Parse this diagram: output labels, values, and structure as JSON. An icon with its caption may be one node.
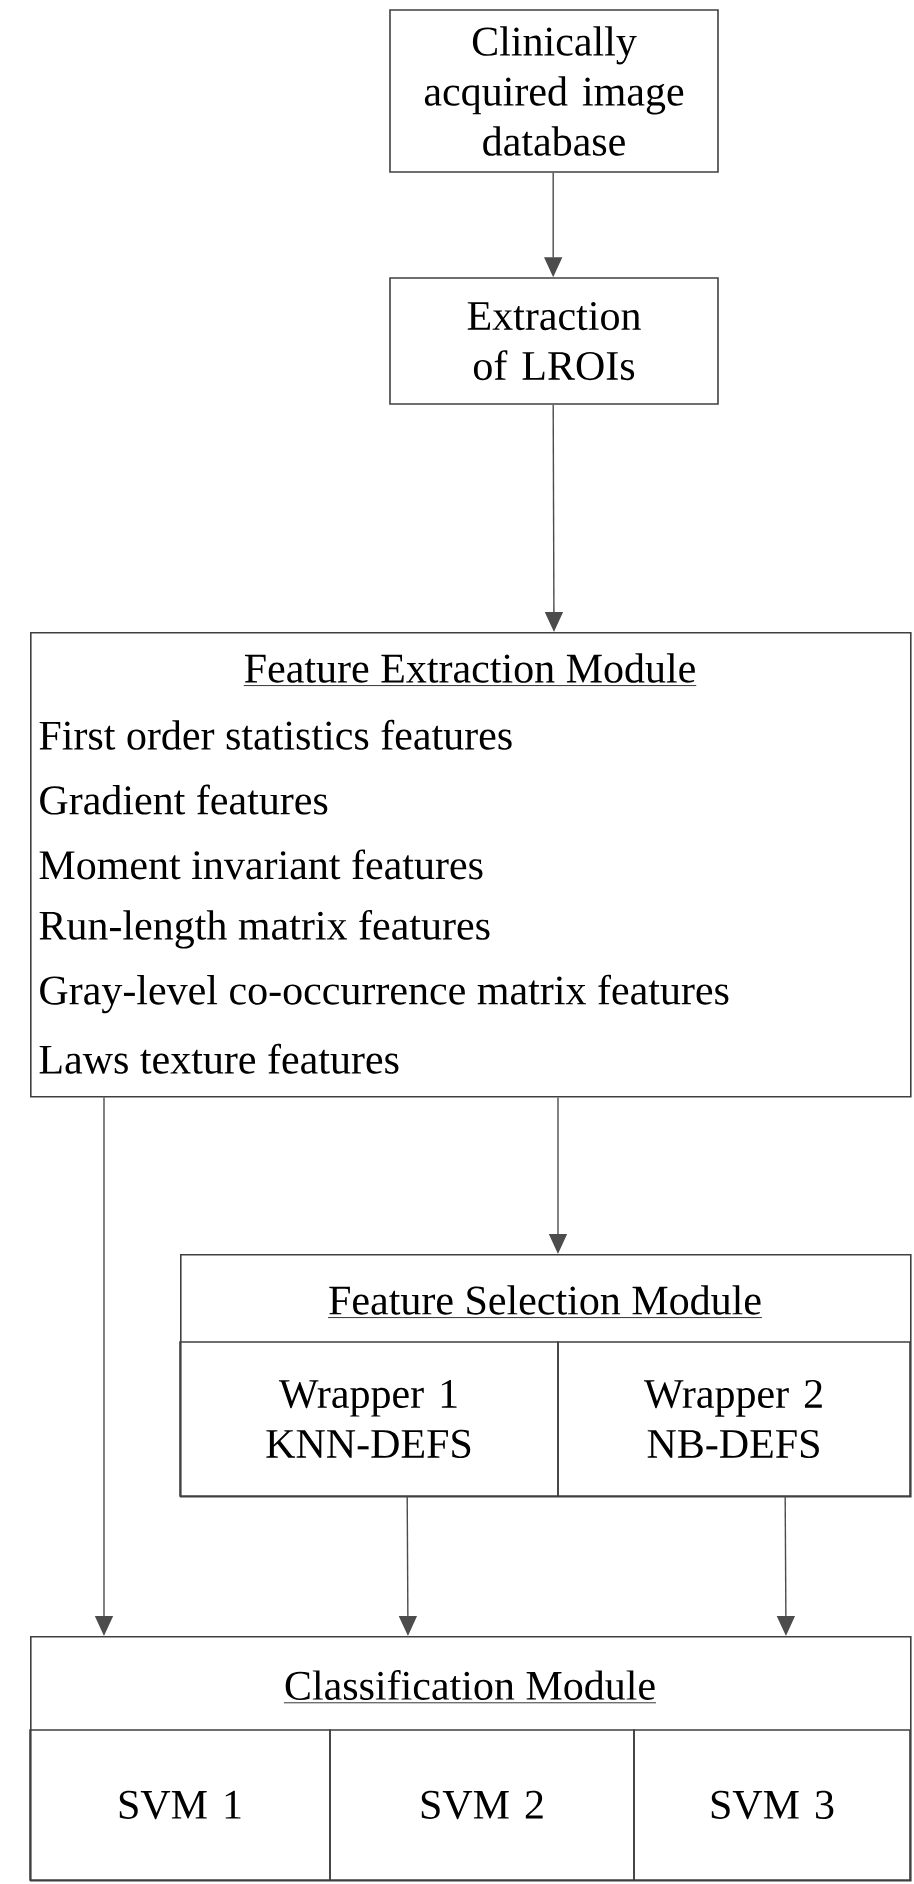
{
  "diagram": {
    "nodes": [
      {
        "text": [
          "Clinically acquired image database"
        ]
      },
      {
        "text": [
          "Extraction of LROIs"
        ]
      },
      {
        "text": [
          "Feature Extraction Module",
          "First order statistics features",
          "Gradient features",
          "Moment invariant features",
          "Run-length matrix features",
          "Gray-level co-occurrence matrix features",
          "Laws texture features"
        ]
      },
      {
        "text": [
          "Feature Selection Module"
        ]
      },
      {
        "text": [
          "Wrapper 1 KNN-DEFS"
        ],
        "in": 3
      },
      {
        "text": [
          "Wrapper 2 NB-DEFS"
        ],
        "in": 3
      },
      {
        "text": [
          "Classification Module"
        ]
      },
      {
        "text": [
          "SVM 1"
        ],
        "in": 6
      },
      {
        "text": [
          "SVM 2"
        ],
        "in": 6
      },
      {
        "text": [
          "SVM 3"
        ],
        "in": 6
      }
    ],
    "edges": [
      {
        "from": 0,
        "to": 1,
        "arrow": "to"
      },
      {
        "from": 1,
        "to": 2,
        "arrow": "to"
      },
      {
        "from": 2,
        "to": 3,
        "arrow": "to"
      },
      {
        "from": 2,
        "to": 6,
        "arrow": "to"
      },
      {
        "from": 4,
        "to": 6,
        "arrow": "to"
      },
      {
        "from": 5,
        "to": 6,
        "arrow": "to"
      }
    ]
  }
}
